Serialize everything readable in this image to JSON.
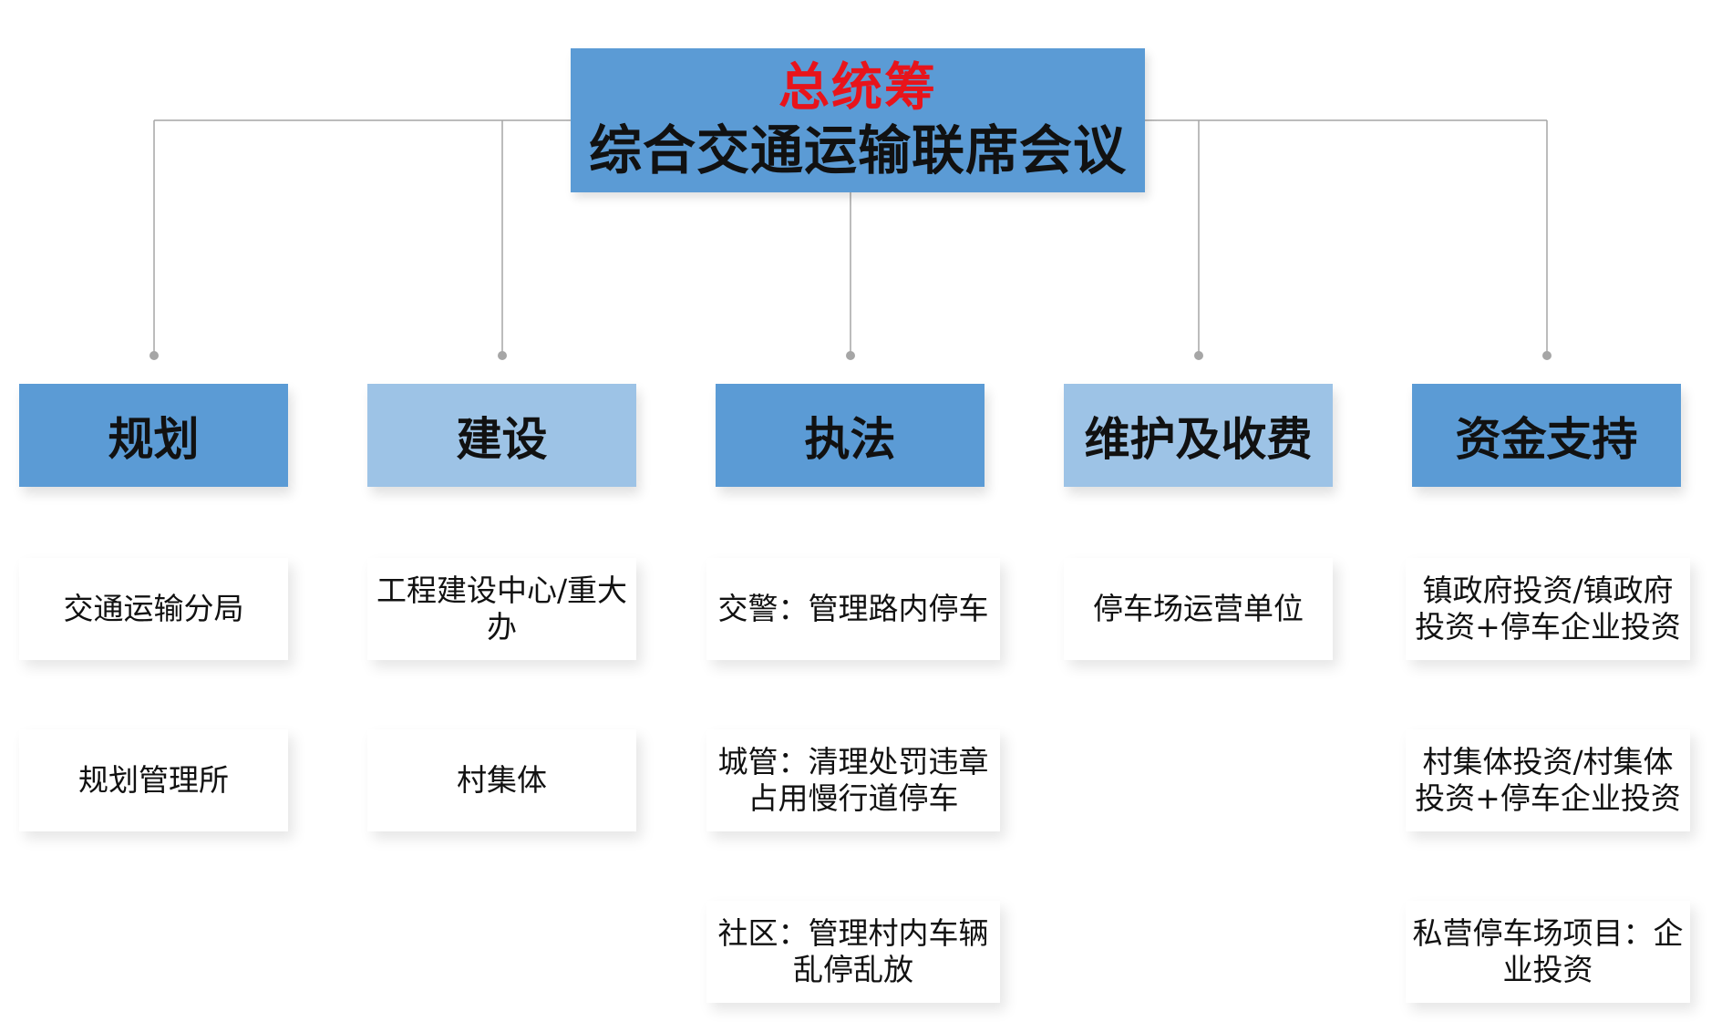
{
  "header": {
    "title": "总统筹",
    "subtitle": "综合交通运输联席会议"
  },
  "colors": {
    "dark_blue": "#5b9bd5",
    "light_blue": "#9dc3e6",
    "title_red": "#e8141b",
    "connector_gray": "#a6a6a6",
    "text": "#111111"
  },
  "columns": [
    {
      "label": "规划",
      "style": "dark",
      "items": [
        "交通运输分局",
        "规划管理所"
      ]
    },
    {
      "label": "建设",
      "style": "light",
      "items": [
        "工程建设中心/重大办",
        "村集体"
      ]
    },
    {
      "label": "执法",
      "style": "dark",
      "items": [
        "交警：管理路内停车",
        "城管：清理处罚违章占用慢行道停车",
        "社区：管理村内车辆乱停乱放"
      ]
    },
    {
      "label": "维护及收费",
      "style": "light",
      "items": [
        "停车场运营单位"
      ]
    },
    {
      "label": "资金支持",
      "style": "dark",
      "items": [
        "镇政府投资/镇政府投资+停车企业投资",
        "村集体投资/村集体投资+停车企业投资",
        "私营停车场项目：企业投资"
      ]
    }
  ]
}
